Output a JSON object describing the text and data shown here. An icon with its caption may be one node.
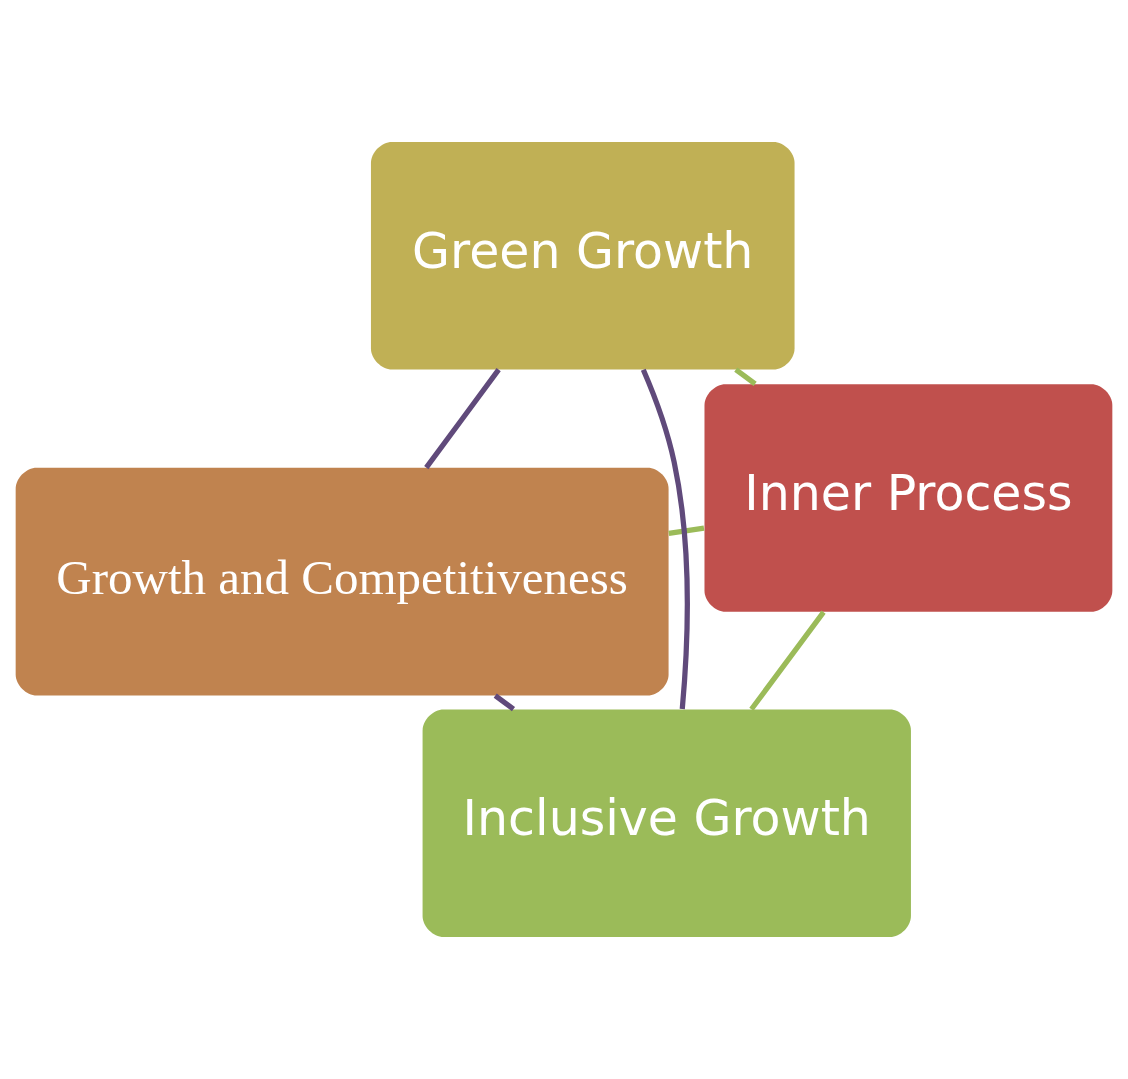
{
  "diagram": {
    "nodes": [
      {
        "text": [
          "Growth and Competitiveness"
        ]
      },
      {
        "text": [
          "Inner Process"
        ]
      },
      {
        "text": [
          "Inclusive Growth"
        ]
      },
      {
        "text": [
          "Green Growth"
        ]
      }
    ],
    "edges": [
      {
        "from": 1,
        "to": 0,
        "arrow": "none",
        "color": "#9bbb59"
      },
      {
        "from": 1,
        "to": 2,
        "arrow": "none",
        "color": "#9bbb59"
      },
      {
        "from": 1,
        "to": 3,
        "arrow": "none",
        "color": "#9bbb59"
      },
      {
        "from": 0,
        "to": 3,
        "arrow": "none",
        "color": "#604a7b"
      },
      {
        "from": 3,
        "to": 2,
        "arrow": "none",
        "color": "#604a7b"
      },
      {
        "from": 2,
        "to": 0,
        "arrow": "none",
        "color": "#604a7b"
      }
    ]
  }
}
